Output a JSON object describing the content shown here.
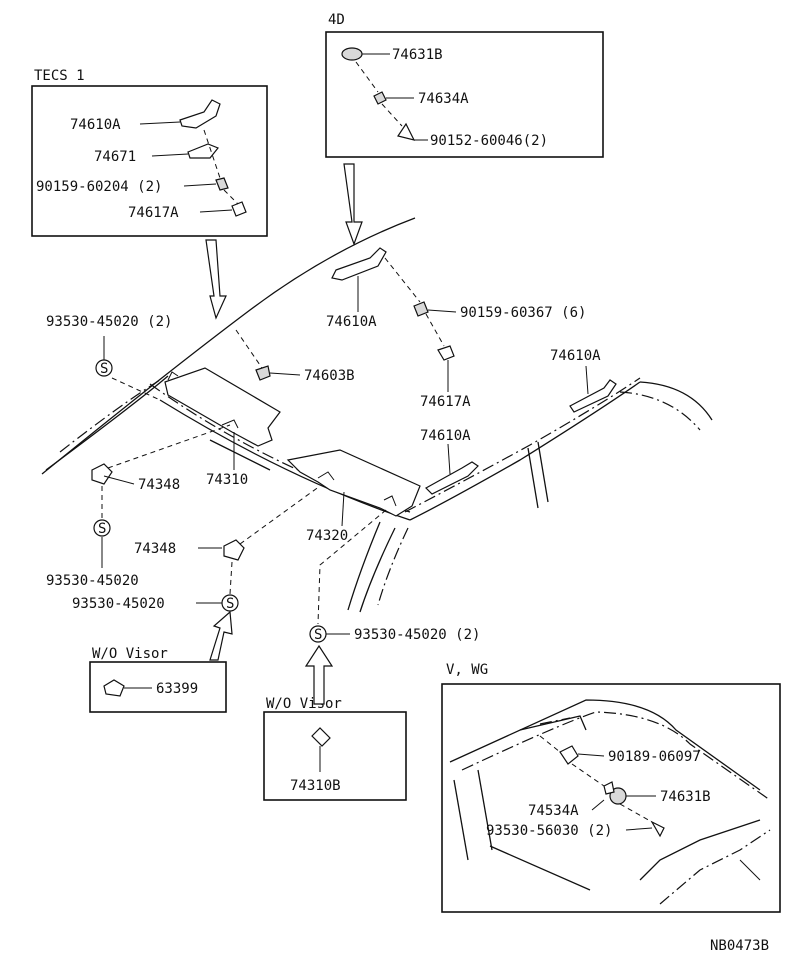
{
  "sections": {
    "tecs": "TECS 1",
    "four_door": "4D",
    "wo_visor_left": "W/O Visor",
    "wo_visor_center": "W/O Visor",
    "v_wg": "V, WG"
  },
  "parts": {
    "p74610A_tecs": "74610A",
    "p74671": "74671",
    "p90159_60204": "90159-60204 (2)",
    "p74617A_tecs": "74617A",
    "p74631B_4d": "74631B",
    "p74634A": "74634A",
    "p90152_60046": "90152-60046(2)",
    "p93530_45020_2_left": "93530-45020 (2)",
    "p74603B": "74603B",
    "p74610A_center": "74610A",
    "p90159_60367": "90159-60367 (6)",
    "p74617A_center": "74617A",
    "p74610A_right": "74610A",
    "p74610A_mid": "74610A",
    "p74348_left": "74348",
    "p74310": "74310",
    "p93530_45020_left": "93530-45020",
    "p74348_center": "74348",
    "p74320": "74320",
    "p93530_45020_center": "93530-45020",
    "p93530_45020_2_center": "93530-45020 (2)",
    "p63399": "63399",
    "p74310B": "74310B",
    "p90189_06097": "90189-06097",
    "p74631B_vwg": "74631B",
    "p74534A": "74534A",
    "p93530_56030": "93530-56030 (2)"
  },
  "clip_symbol": "S",
  "diagram_code": "NB0473B"
}
